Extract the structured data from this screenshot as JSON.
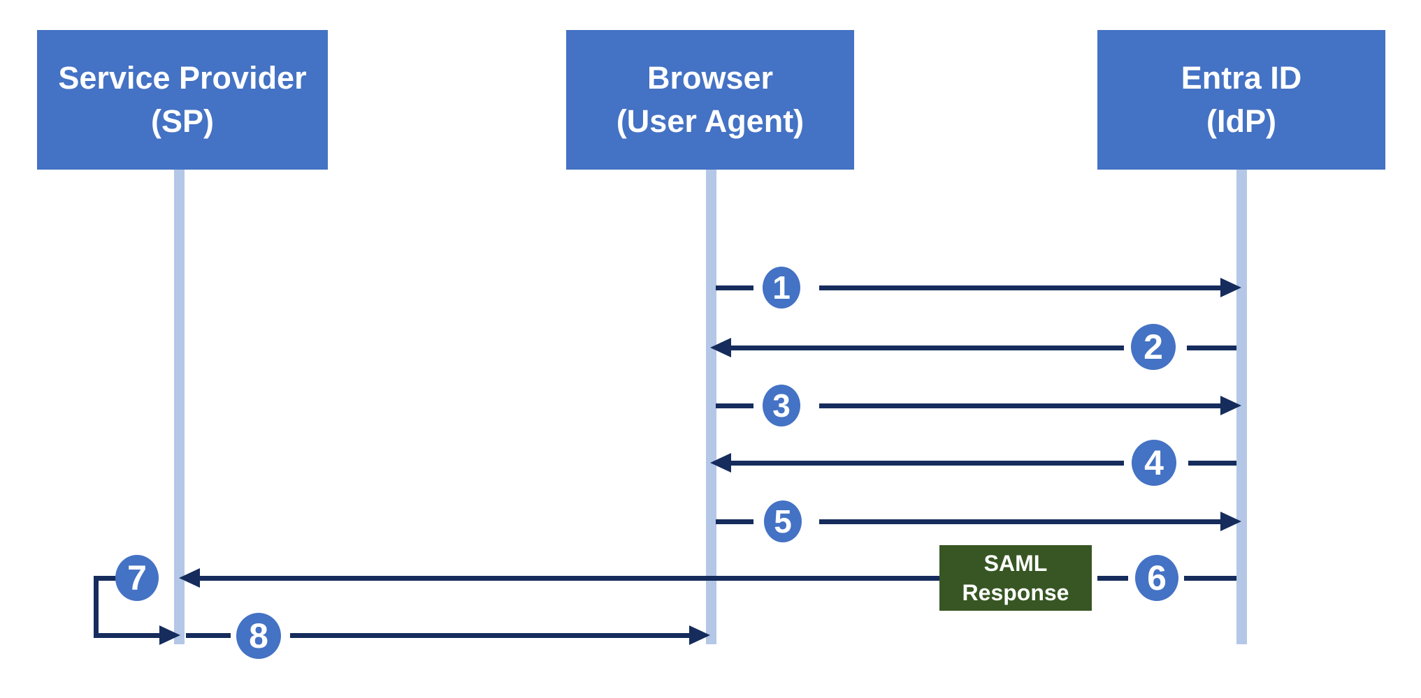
{
  "diagram_type": "sequence-diagram",
  "actors": [
    {
      "id": "service-provider",
      "line1": "Service Provider",
      "line2": "(SP)"
    },
    {
      "id": "browser",
      "line1": "Browser",
      "line2": "(User Agent)"
    },
    {
      "id": "entra-id",
      "line1": "Entra ID",
      "line2": "(IdP)"
    }
  ],
  "steps": [
    {
      "number": "1",
      "from": "Browser (User Agent)",
      "to": "Entra ID (IdP)",
      "direction": "right"
    },
    {
      "number": "2",
      "from": "Entra ID (IdP)",
      "to": "Browser (User Agent)",
      "direction": "left"
    },
    {
      "number": "3",
      "from": "Browser (User Agent)",
      "to": "Entra ID (IdP)",
      "direction": "right"
    },
    {
      "number": "4",
      "from": "Entra ID (IdP)",
      "to": "Browser (User Agent)",
      "direction": "left"
    },
    {
      "number": "5",
      "from": "Browser (User Agent)",
      "to": "Entra ID (IdP)",
      "direction": "right"
    },
    {
      "number": "6",
      "from": "Entra ID (IdP)",
      "to": "Service Provider (SP)",
      "direction": "left",
      "label": "SAML Response"
    },
    {
      "number": "7",
      "from": "Service Provider (SP)",
      "to": "Service Provider (SP)",
      "direction": "self-loop"
    },
    {
      "number": "8",
      "from": "Service Provider (SP)",
      "to": "Browser (User Agent)",
      "direction": "right"
    }
  ],
  "labels": {
    "saml_line1": "SAML",
    "saml_line2": "Response"
  },
  "colors": {
    "actor_fill": "#4472C4",
    "lifeline": "#B4C7E7",
    "arrow": "#152C5C",
    "badge_fill": "#4472C4",
    "label_fill": "#375623",
    "text_on_fill": "#FFFFFF",
    "background": "#FFFFFF"
  }
}
